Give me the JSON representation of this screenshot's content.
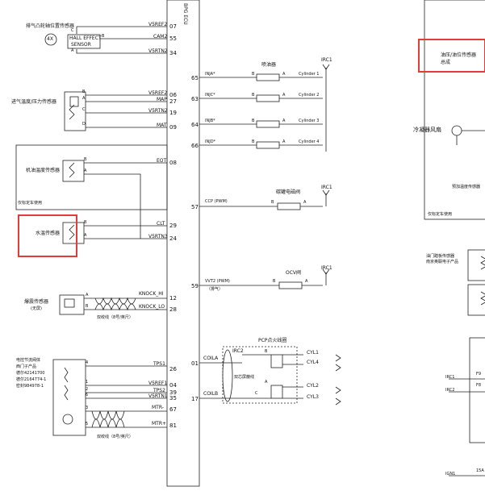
{
  "ecu": {
    "header_text": "BPG ECU"
  },
  "sensors": {
    "cam": {
      "label": "排气凸轮轴位置传感器",
      "badge": "4X",
      "hall_line1": "HALL EFFECT",
      "hall_line2": "SENSOR"
    },
    "map": {
      "label": "进气温度/压力传感器"
    },
    "oil": {
      "label": "机油温度传感器",
      "note": "仅标定车使用"
    },
    "coolant": {
      "label": "水温传感器"
    },
    "knock": {
      "label": "爆震传感器",
      "sub": "(无屏)",
      "twist": "双绞线（8号/英尺）"
    },
    "throttle": {
      "label_lines": [
        "电控节流阀体",
        "西门子产品",
        "德尔42141700",
        "德尔2164774-1",
        "密封984978-1"
      ],
      "twist": "双绞线（8号/英尺）"
    }
  },
  "pin_letters": {
    "cam": [
      "C",
      "B",
      "A"
    ],
    "map": [
      "B",
      "A",
      "C",
      "D"
    ],
    "oil": [
      "B",
      "A"
    ],
    "coolant": [
      "B",
      "A"
    ],
    "knock": [
      "A",
      "B"
    ],
    "throttle": [
      "4",
      "1",
      "2",
      "6",
      "3",
      "5"
    ]
  },
  "pins": [
    {
      "num": "07",
      "sig": "V5REF2"
    },
    {
      "num": "55",
      "sig": "CAM2"
    },
    {
      "num": "34",
      "sig": "V5RTN2"
    },
    {
      "num": "06",
      "sig": "V5REF2"
    },
    {
      "num": "27",
      "sig": "MAP"
    },
    {
      "num": "19",
      "sig": "V5RTN2"
    },
    {
      "num": "09",
      "sig": "MAT"
    },
    {
      "num": "08",
      "sig": "EOT"
    },
    {
      "num": "29",
      "sig": "CLT"
    },
    {
      "num": "24",
      "sig": "V5RTN3"
    },
    {
      "num": "12",
      "sig": "KNOCK_HI"
    },
    {
      "num": "28",
      "sig": "KNOCK_LO"
    },
    {
      "num": "26",
      "sig": "TPS1"
    },
    {
      "num": "04",
      "sig": "V5REF1"
    },
    {
      "num": "39",
      "sig": "TPS2"
    },
    {
      "num": "35",
      "sig": "V5RTN1"
    },
    {
      "num": "67",
      "sig": "MTR-"
    },
    {
      "num": "81",
      "sig": "MTR+"
    }
  ],
  "right_pins": [
    "65",
    "63",
    "64",
    "66",
    "57",
    "59",
    "01",
    "17"
  ],
  "injectors": {
    "label": "喷油器",
    "rows": [
      {
        "sig": "INJA*",
        "cyl": "Cylinder 1"
      },
      {
        "sig": "INJC*",
        "cyl": "Cylinder 2"
      },
      {
        "sig": "INJB*",
        "cyl": "Cylinder 3"
      },
      {
        "sig": "INJD*",
        "cyl": "Cylinder 4"
      }
    ],
    "pin_b": "B",
    "pin_a": "A",
    "feed": "IRC1"
  },
  "ccp": {
    "sig": "CCP (PWM)",
    "label": "碳罐电磁阀",
    "pin_b": "B",
    "pin_a": "A",
    "feed": "IRC1"
  },
  "vvt": {
    "sig": "VVT2 (PWM)",
    "sub": "（排气）",
    "label": "OCV阀",
    "pin_b": "B",
    "pin_a": "A",
    "feed": "IRC1"
  },
  "coil": {
    "title": "PCP点火线圈",
    "inner": "双芯屏蔽线",
    "sig_a": "COILA",
    "sig_b": "COILB",
    "feed": "IRC2",
    "pin_letters": [
      "B",
      "A",
      "C"
    ],
    "outputs": [
      "CYL1",
      "CYL4",
      "CYL2",
      "CYL3"
    ]
  },
  "right_panel": {
    "top_sensor_lines": [
      "油压/油位传感器",
      "总成"
    ],
    "fan": "冷凝器风扇",
    "heated_sensor": "预加温度传感器",
    "note": "仅标定车使用",
    "pedal_lines": [
      "油门踏板传感器",
      "南京奥联电子产品"
    ],
    "irc1": "IRC1",
    "irc2": "IRC2",
    "ign": "IGN1",
    "fuse1": "F9",
    "fuse2": "F8",
    "fuse3": "15A"
  }
}
